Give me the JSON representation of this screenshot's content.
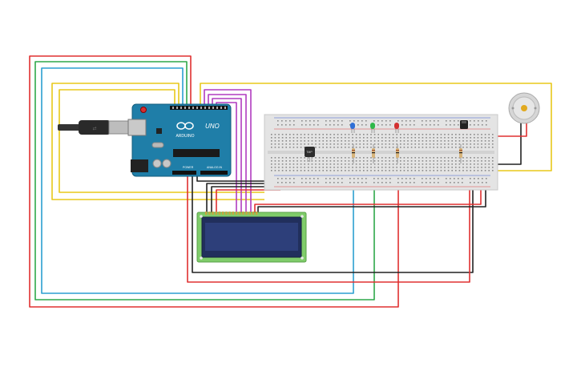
{
  "circuit": {
    "arduino": {
      "brand": "ARDUINO",
      "model": "UNO",
      "power_label": "POWER",
      "analog_label": "ANALOG IN"
    },
    "sensor_label": "TMP",
    "led_colors": [
      "#2f6fd6",
      "#2fb84a",
      "#d33030"
    ],
    "wire_colors": {
      "red": "#e03030",
      "green": "#2fa84a",
      "blue": "#2b9fd0",
      "yellow": "#e8c81a",
      "magenta": "#b03cc0",
      "black": "#222222"
    }
  }
}
